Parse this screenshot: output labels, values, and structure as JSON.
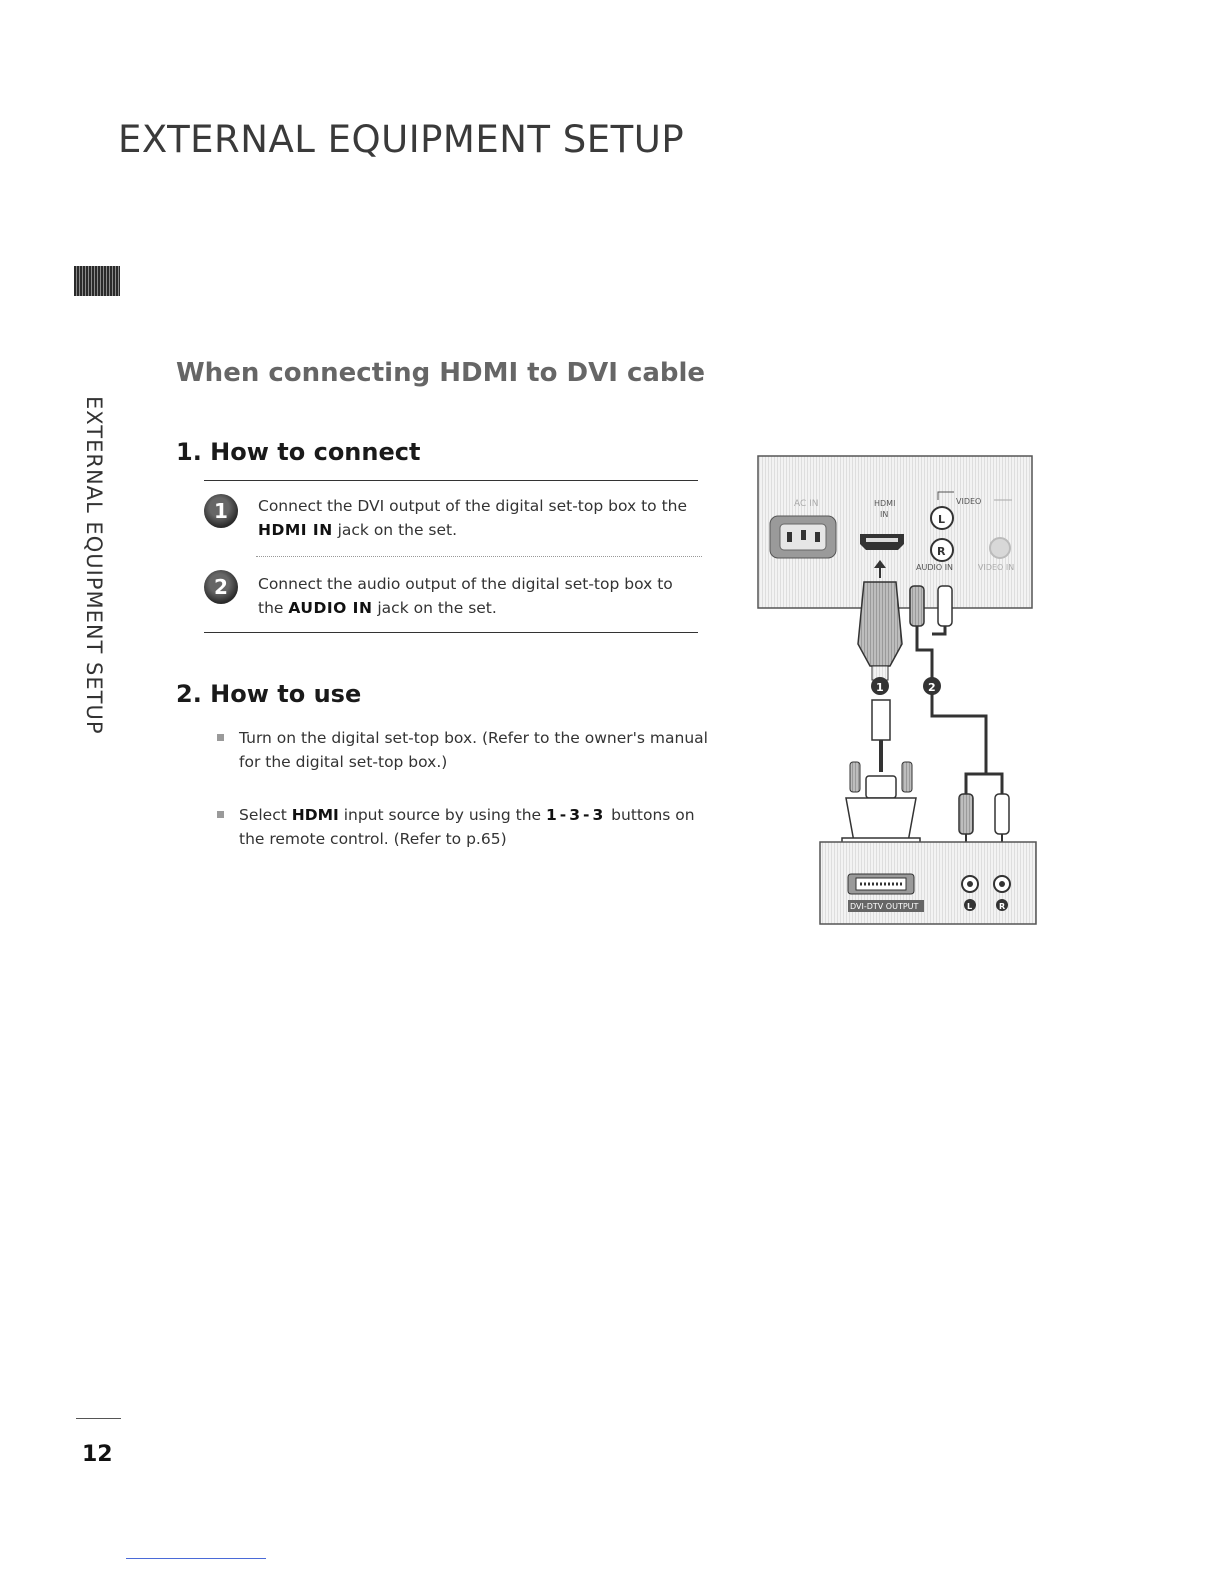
{
  "header": {
    "title": "EXTERNAL EQUIPMENT SETUP"
  },
  "side_tab": {
    "label": "EXTERNAL EQUIPMENT SETUP"
  },
  "section": {
    "title": "When connecting HDMI to DVI cable"
  },
  "connect": {
    "title": "1. How to connect",
    "steps": [
      {
        "badge": "1",
        "pre": "Connect the DVI output of the digital set-top box to the ",
        "bold": "HDMI IN",
        "post": " jack on the set."
      },
      {
        "badge": "2",
        "pre": "Connect the audio output of the digital set-top box to the ",
        "bold": "AUDIO IN",
        "post": " jack on the set."
      }
    ]
  },
  "use": {
    "title": "2. How to use",
    "items": [
      {
        "text": "Turn on the digital set-top box. (Refer to the owner's manual for the digital set-top box.)"
      },
      {
        "pre": "Select ",
        "bold1": "HDMI",
        "mid": " input source by using the ",
        "bold2": "1-3-3",
        "post": " buttons on the remote control. (Refer to p.65)"
      }
    ]
  },
  "diagram": {
    "tv_panel": {
      "ac_in": "AC IN",
      "hdmi_label_1": "HDMI",
      "hdmi_label_2": "IN",
      "video_label": "VIDEO",
      "jack_l": "L",
      "jack_r": "R",
      "audio_in": "AUDIO IN",
      "video_in": "VIDEO IN"
    },
    "badge_1": "1",
    "badge_2": "2",
    "box_panel": {
      "dvi_output": "DVI-DTV OUTPUT",
      "jack_l": "L",
      "jack_r": "R"
    }
  },
  "footer": {
    "page_number": "12"
  }
}
